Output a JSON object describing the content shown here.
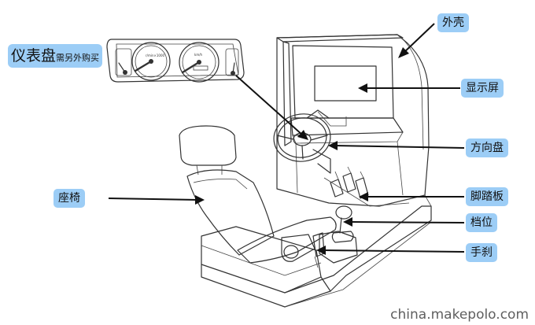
{
  "labels": {
    "shell": "外壳",
    "dashboard_main": "仪表盘",
    "dashboard_note": "需另外购买",
    "screen": "显示屏",
    "steering_wheel": "方向盘",
    "seat": "座椅",
    "pedals": "脚踏板",
    "gear_lever": "档位",
    "handbrake": "手刹"
  },
  "watermark": "china.makepolo.com",
  "colors": {
    "label_bg": "#9ccdf6",
    "arrow": "#111111",
    "outline": "#333333"
  }
}
